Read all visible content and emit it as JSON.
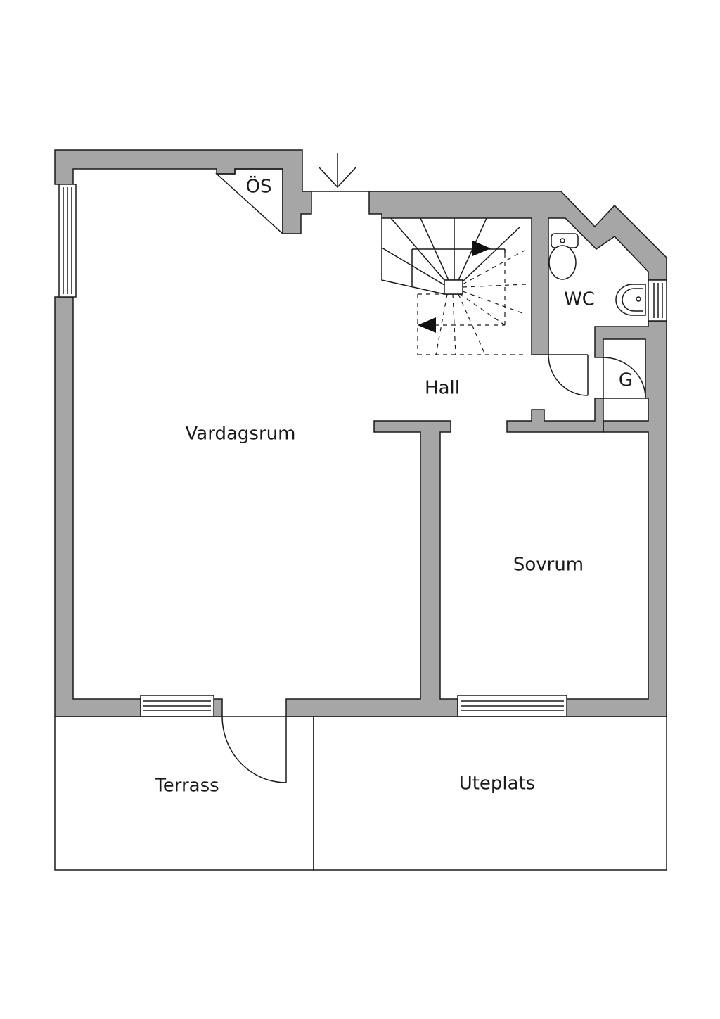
{
  "rooms": {
    "vardagsrum": "Vardagsrum",
    "hall": "Hall",
    "sovrum": "Sovrum",
    "wc": "WC",
    "os": "ÖS",
    "g": "G",
    "terrass": "Terrass",
    "uteplats": "Uteplats"
  },
  "colors": {
    "wall_fill": "#a6a6a6",
    "line": "#1a1a1a",
    "background": "#ffffff"
  },
  "icons": {
    "entrance": "entrance-arrow-icon",
    "stair_direction": "stair-direction-arrow-icon",
    "toilet": "toilet-icon",
    "sink": "sink-icon"
  }
}
